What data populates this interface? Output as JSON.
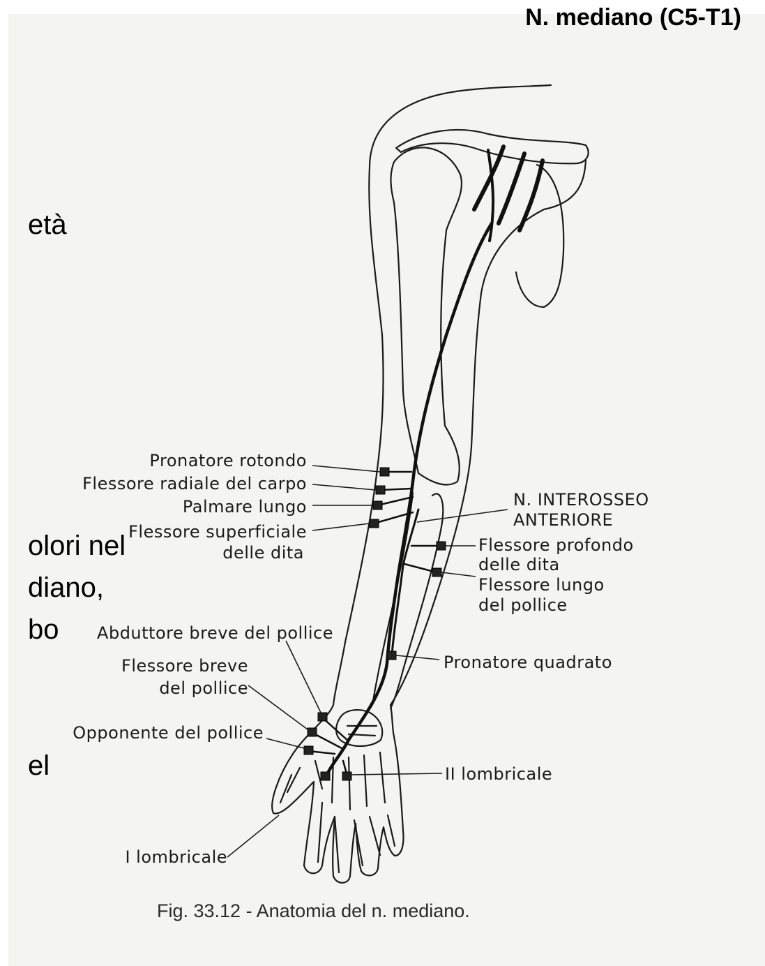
{
  "header": {
    "title": "N. mediano (C5-T1)"
  },
  "background_text": [
    "età",
    "olori nel",
    "diano,",
    "bo",
    "el"
  ],
  "labels_left": [
    "Pronatore rotondo",
    "Flessore radiale del carpo",
    "Palmare lungo",
    "Flessore superficiale",
    "delle dita",
    "Abduttore breve del pollice",
    "Flessore breve",
    "del pollice",
    "Opponente del pollice",
    "I lombricale"
  ],
  "labels_right": [
    "N. INTEROSSEO",
    "ANTERIORE",
    "Flessore profondo",
    "delle dita",
    "Flessore lungo",
    "del pollice",
    "Pronatore quadrato",
    "II lombricale"
  ],
  "caption": "Fig. 33.12 - Anatomia del n. mediano.",
  "colors": {
    "ink": "#1a1a1a",
    "paper": "#f4f4f2",
    "nerve": "#111111"
  }
}
